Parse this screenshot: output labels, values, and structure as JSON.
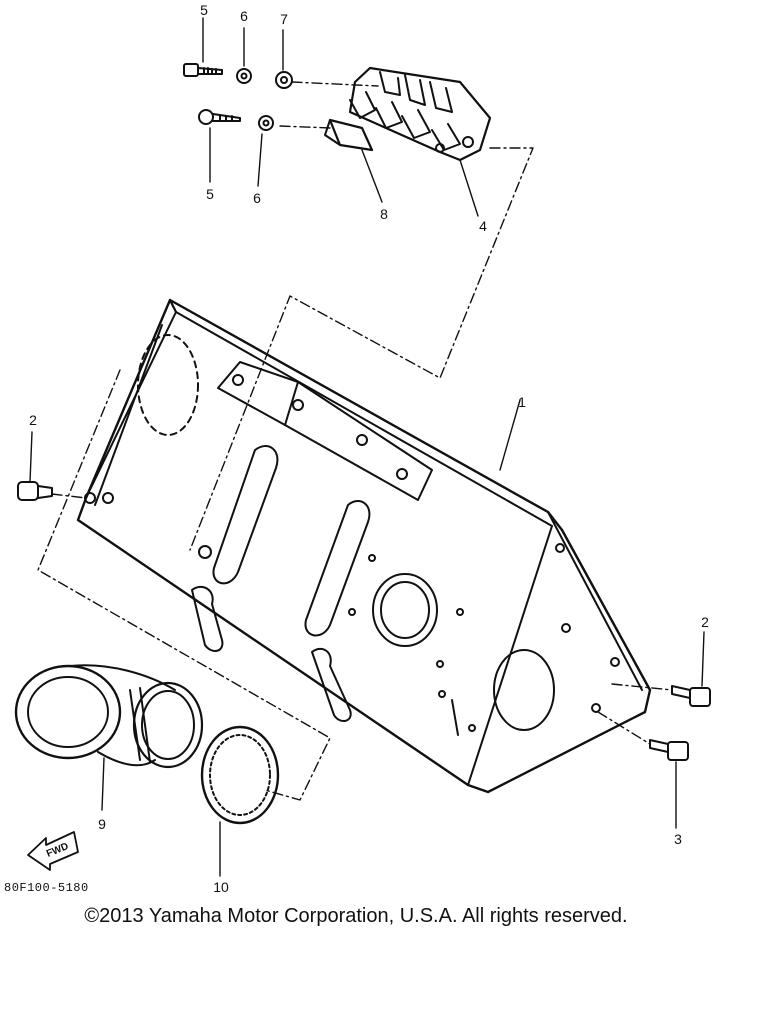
{
  "callouts": {
    "c1": "1",
    "c2_left": "2",
    "c2_right": "2",
    "c3": "3",
    "c4": "4",
    "c5_top": "5",
    "c5_bottom": "5",
    "c6_top": "6",
    "c6_bottom": "6",
    "c7": "7",
    "c8": "8",
    "c9": "9",
    "c10": "10"
  },
  "fwd_label": "FWD",
  "part_code": "80F100-5180",
  "copyright": "©2013 Yamaha Motor Corporation, U.S.A. All rights reserved."
}
